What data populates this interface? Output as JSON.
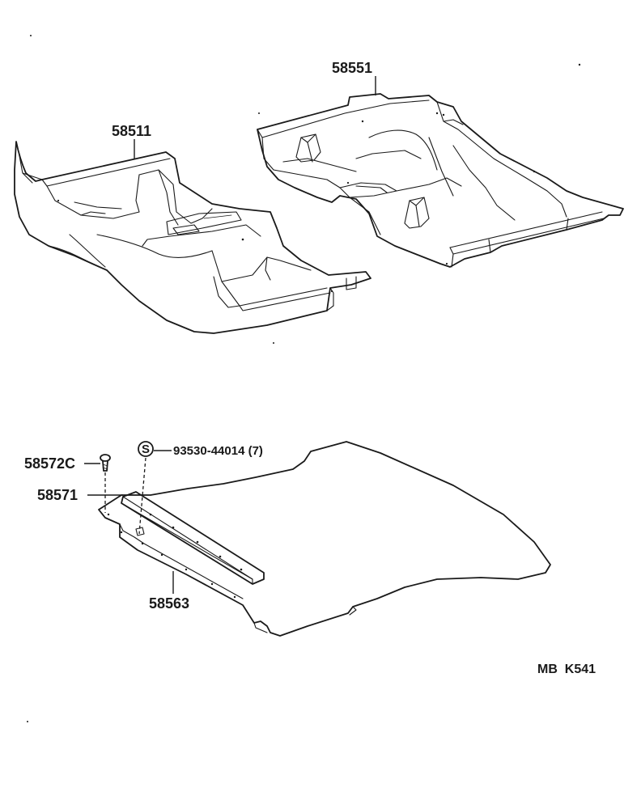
{
  "parts": {
    "front_carpet": {
      "number": "58511"
    },
    "rear_carpet": {
      "number": "58551"
    },
    "screw": {
      "number": "58572C"
    },
    "retainer": {
      "number": "58571"
    },
    "deck_mat": {
      "number": "58563"
    },
    "clip": {
      "symbol": "S",
      "number": "93530-44014 (7)"
    }
  },
  "diagram_code": "MB  K541"
}
